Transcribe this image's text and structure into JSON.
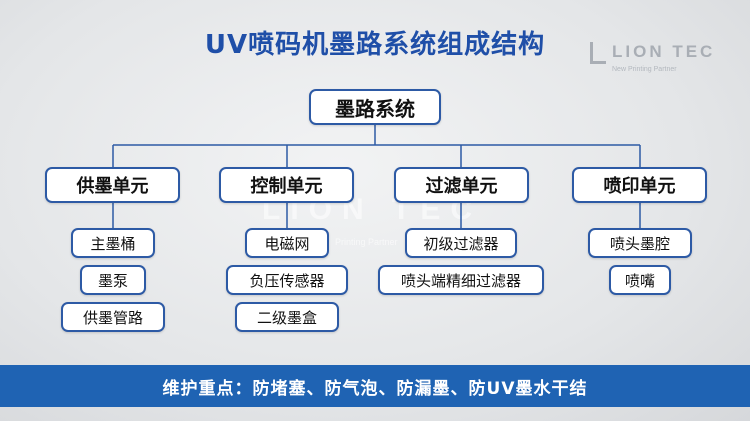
{
  "title": "UV喷码机墨路系统组成结构",
  "logo": {
    "text": "LION TEC",
    "subtitle": "New Printing Partner"
  },
  "watermark": {
    "text": "LION TEC",
    "subtitle": "Printing Partner"
  },
  "root": "墨路系统",
  "categories": [
    {
      "label": "供墨单元",
      "items": [
        "主墨桶",
        "墨泵",
        "供墨管路"
      ]
    },
    {
      "label": "控制单元",
      "items": [
        "电磁网",
        "负压传感器",
        "二级墨盒"
      ]
    },
    {
      "label": "过滤单元",
      "items": [
        "初级过滤器",
        "喷头端精细过滤器"
      ]
    },
    {
      "label": "喷印单元",
      "items": [
        "喷头墨腔",
        "喷嘴"
      ]
    }
  ],
  "footer": "维护重点：防堵塞、防气泡、防漏墨、防UV墨水干结",
  "colors": {
    "title": "#1f4fa8",
    "box_border": "#2d5aa5",
    "connector": "#2d5aa5",
    "footer_bg": "#1f63b3",
    "footer_text": "#ffffff"
  }
}
